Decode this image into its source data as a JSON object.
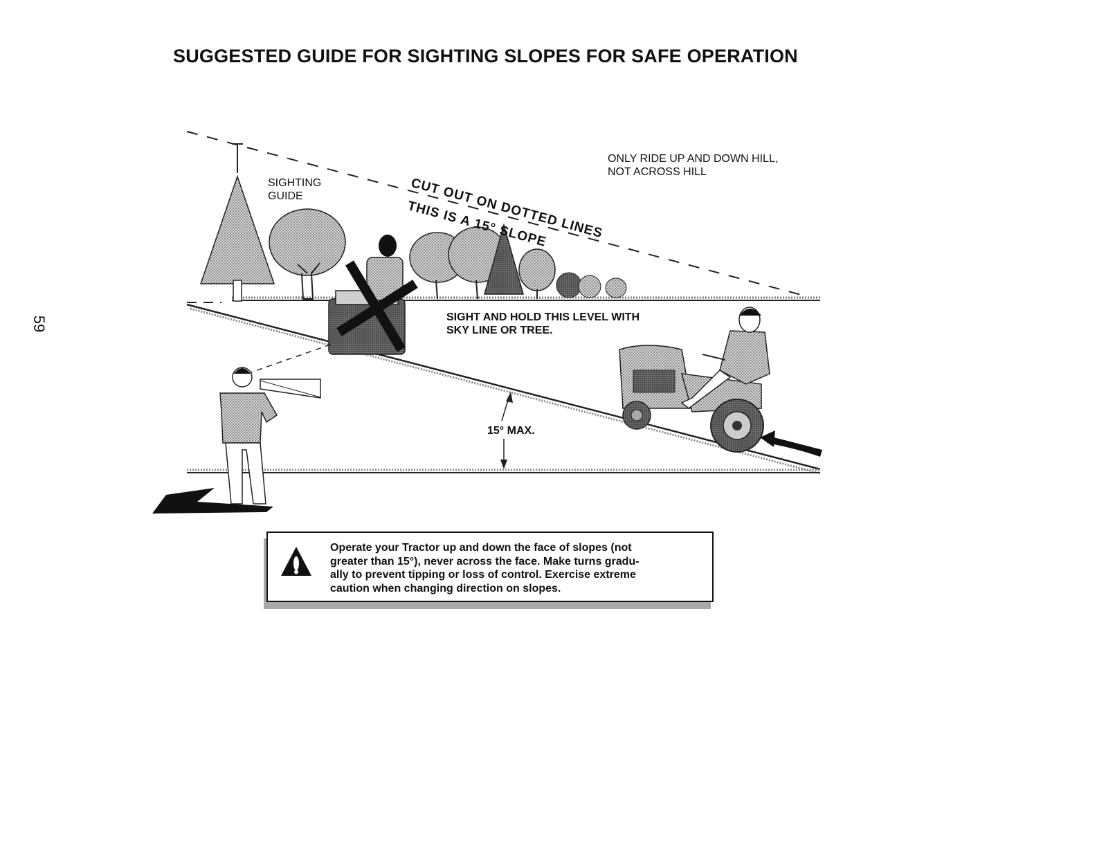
{
  "title": "SUGGESTED GUIDE FOR SIGHTING SLOPES FOR SAFE OPERATION",
  "page_number": "59",
  "diagram": {
    "sighting_guide": [
      "SIGHTING",
      "GUIDE"
    ],
    "cut_out": "CUT OUT ON DOTTED LINES",
    "this_is": "THIS IS A 15° SLOPE",
    "only_ride": [
      "ONLY RIDE UP AND DOWN HILL,",
      "NOT ACROSS HILL"
    ],
    "sight_hold": [
      "SIGHT AND HOLD THIS LEVEL WITH",
      "SKY LINE OR TREE."
    ],
    "max_label": "15° MAX."
  },
  "warning": {
    "icon": "warning-triangle-icon",
    "lines": [
      "Operate your Tractor up and down the face of slopes (not",
      "greater than 15°), never across the face. Make turns gradu-",
      "ally to prevent tipping or loss of control. Exercise extreme",
      "caution when changing direction on slopes."
    ]
  }
}
